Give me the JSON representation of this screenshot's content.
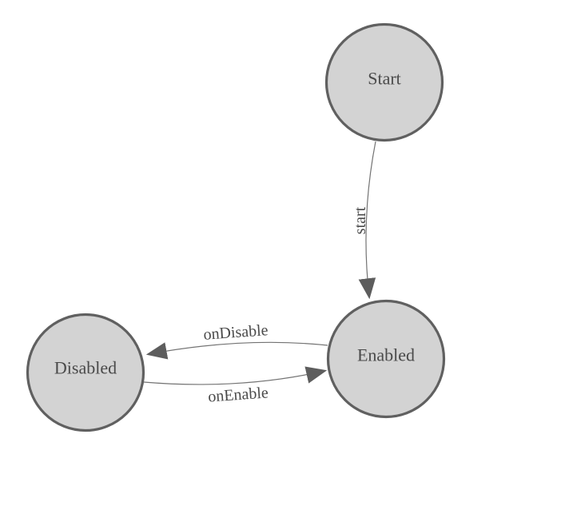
{
  "diagram": {
    "type": "state-machine",
    "background": "#ffffff",
    "colors": {
      "node_fill": "#d3d3d3",
      "node_stroke": "#606060",
      "edge_stroke": "#737373",
      "arrow_fill": "#5d5d5d",
      "label_text": "#4a4a4a"
    },
    "nodes": [
      {
        "id": "start",
        "label": "Start"
      },
      {
        "id": "enabled",
        "label": "Enabled"
      },
      {
        "id": "disabled",
        "label": "Disabled"
      }
    ],
    "edges": [
      {
        "from": "Start",
        "to": "Enabled",
        "label": "start"
      },
      {
        "from": "Enabled",
        "to": "Disabled",
        "label": "onDisable"
      },
      {
        "from": "Disabled",
        "to": "Enabled",
        "label": "onEnable"
      }
    ]
  }
}
